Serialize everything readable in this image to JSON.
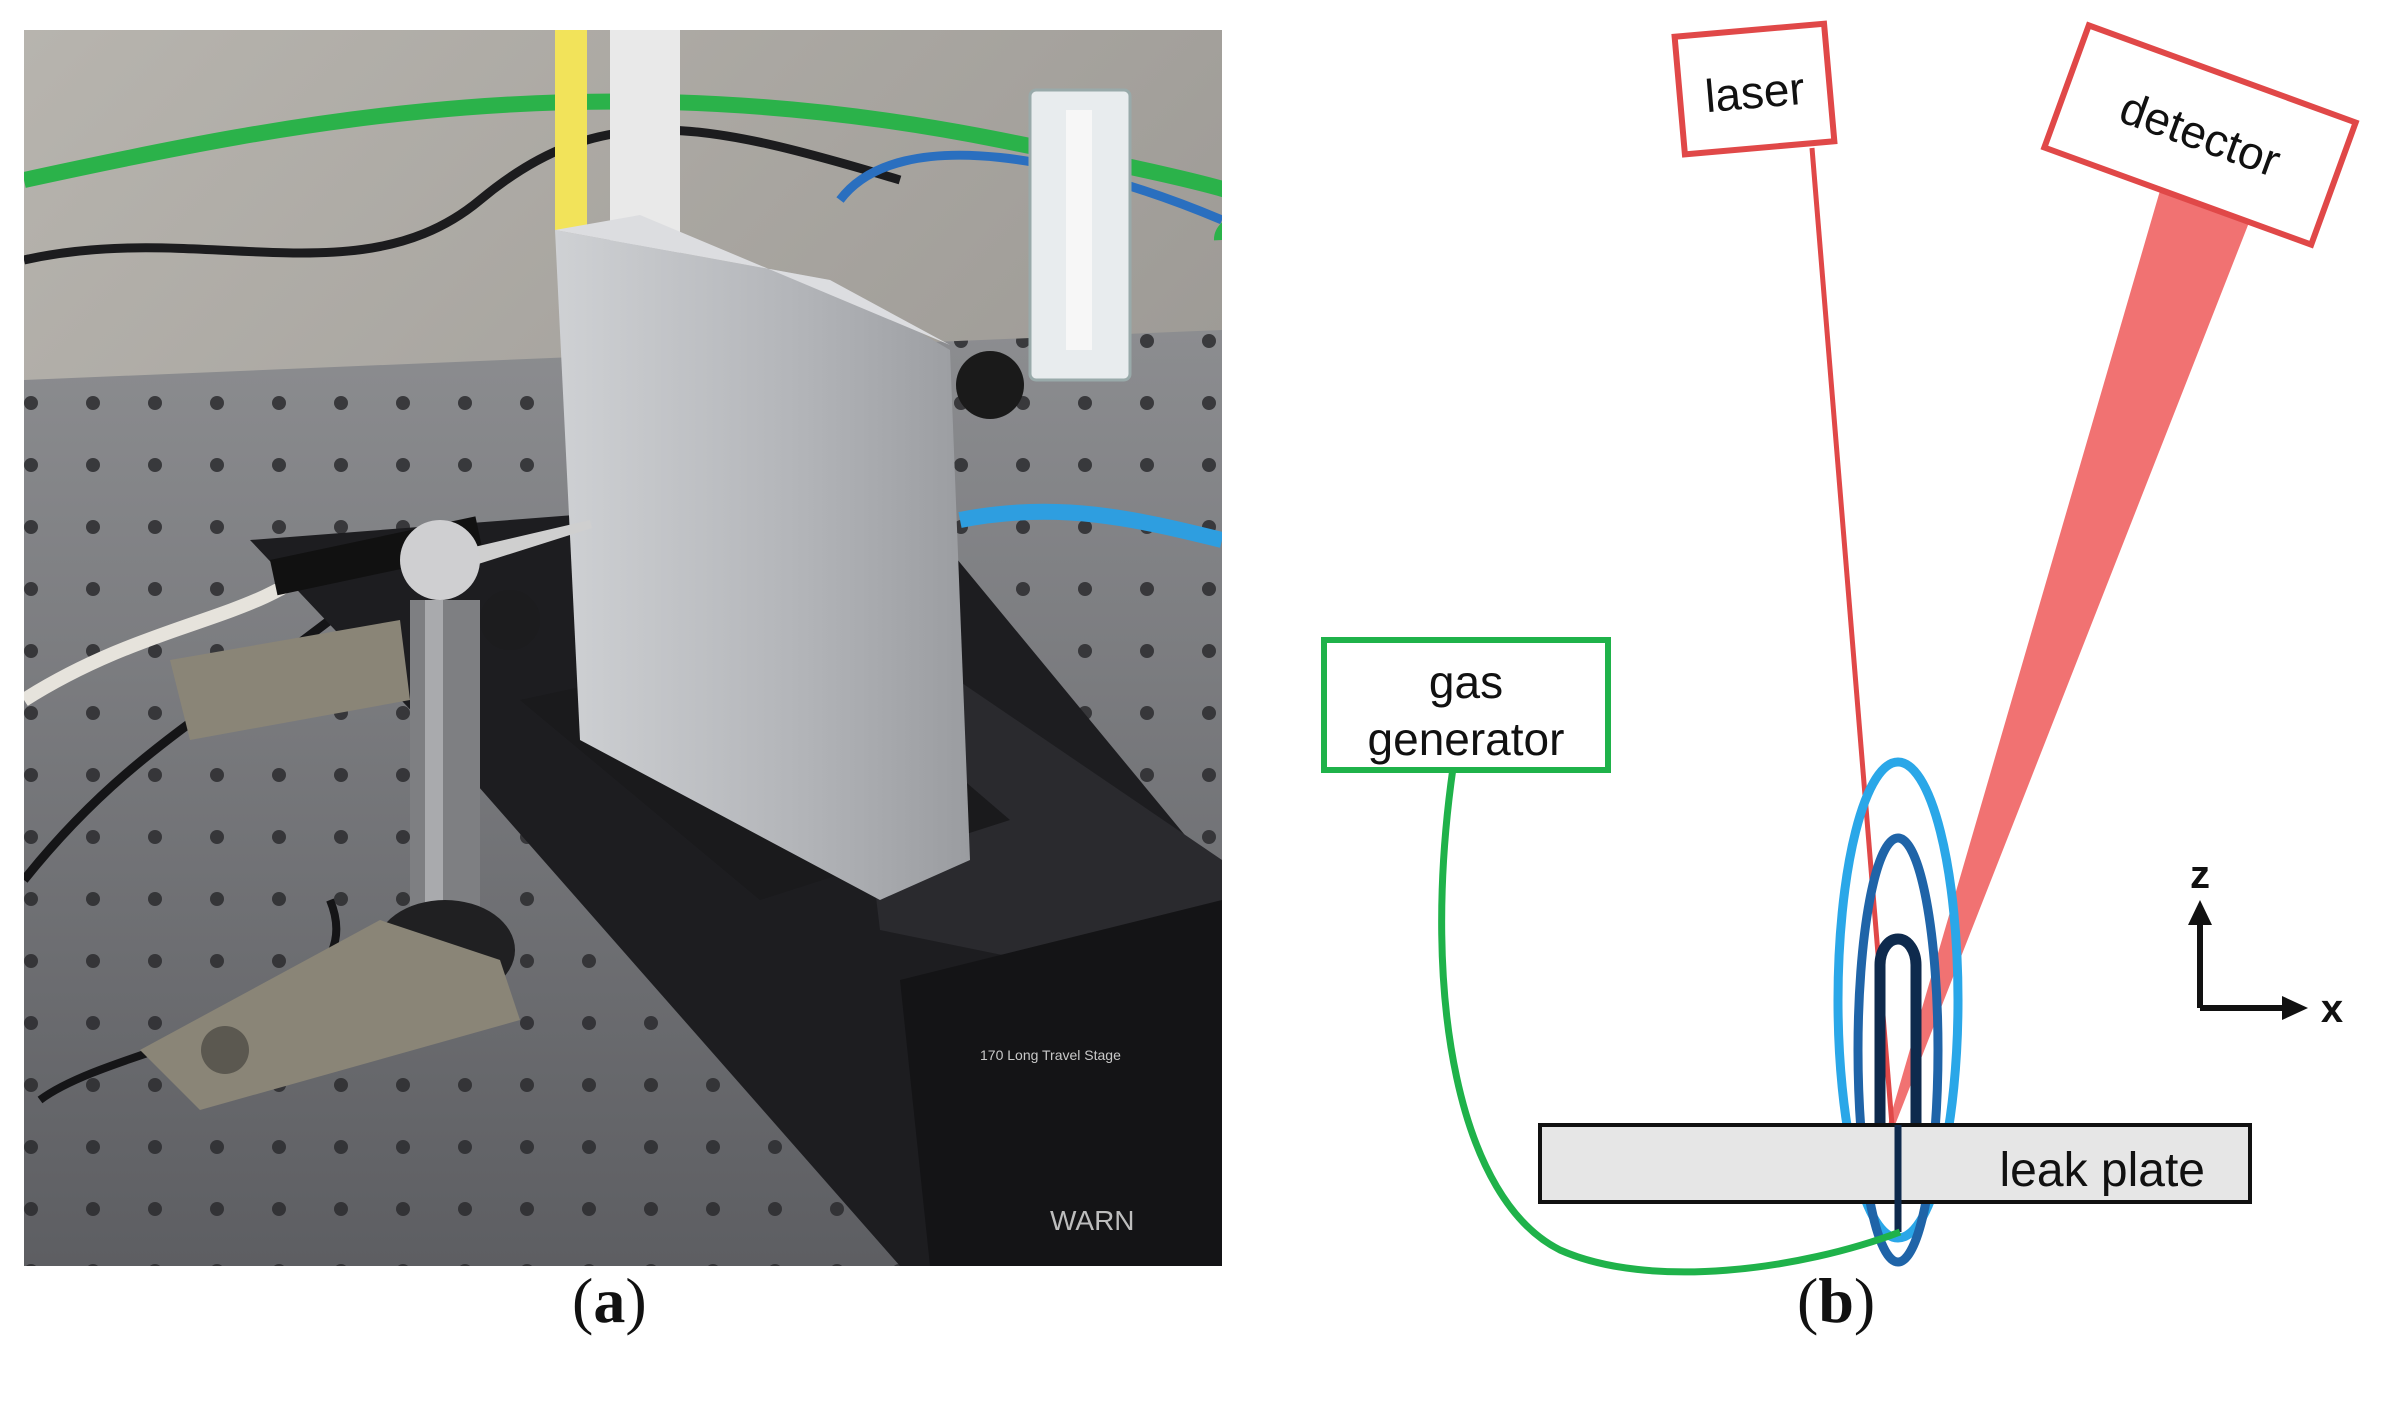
{
  "panels": {
    "a": {
      "label_open": "(",
      "label_letter": "a",
      "label_close": ")"
    },
    "b": {
      "label_open": "(",
      "label_letter": "b",
      "label_close": ")"
    }
  },
  "photo": {
    "description_icon": "lab-setup-photo",
    "stage_label": "170 Long Travel Stage",
    "warning_text": "WARN"
  },
  "diagram": {
    "laser_label": "laser",
    "detector_label": "detector",
    "gas_generator_line1": "gas",
    "gas_generator_line2": "generator",
    "leak_plate_label": "leak plate",
    "axis_z": "z",
    "axis_x": "x",
    "colors": {
      "box_red": "#e04848",
      "beam_red": "#f06a6a",
      "gas_green": "#1fb24a",
      "plume_light": "#2aa7e8",
      "plume_mid": "#1f64a8",
      "plume_dark": "#0e2a4d",
      "plate_fill": "#e6e6e6"
    }
  }
}
